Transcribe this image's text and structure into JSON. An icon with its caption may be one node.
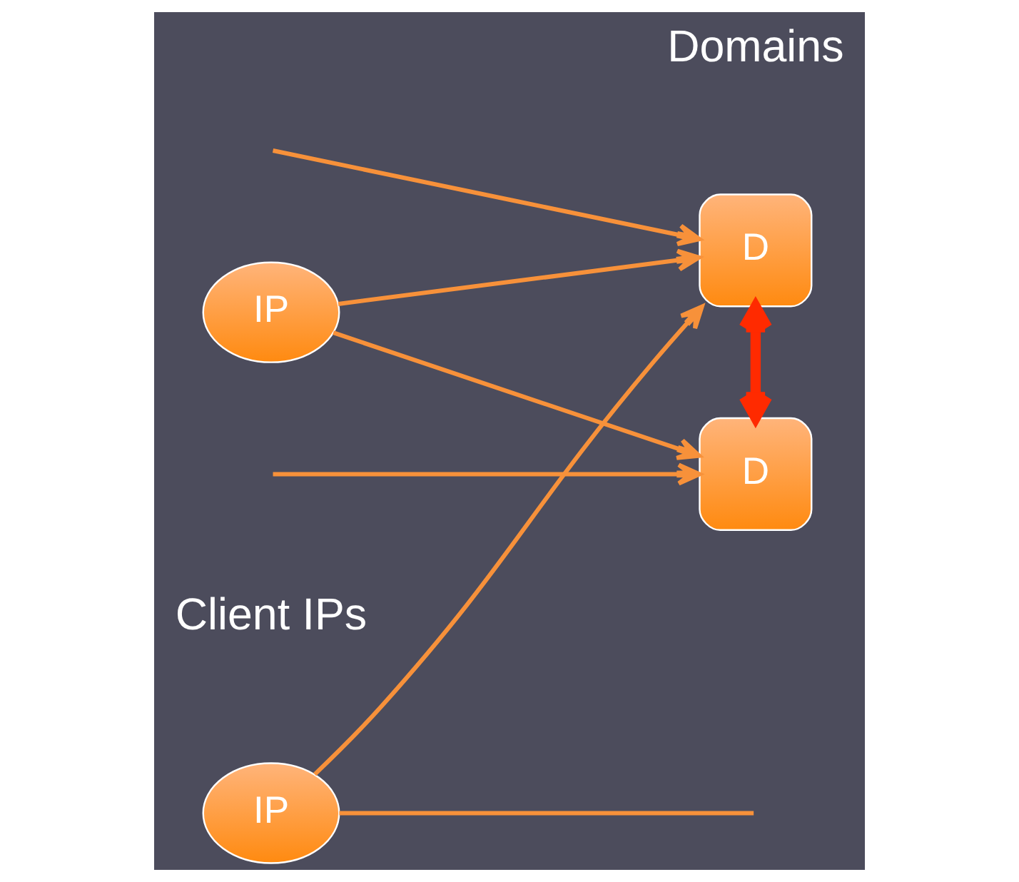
{
  "diagram": {
    "nodes": [
      {
        "text": [
          "IP"
        ]
      },
      {
        "text": [
          "IP"
        ]
      },
      {
        "text": [
          "D"
        ]
      },
      {
        "text": [
          "D"
        ]
      }
    ],
    "edges": [
      {
        "from": 0,
        "to": 2,
        "arrow": "to"
      },
      {
        "from": 0,
        "to": null,
        "arrow": "none"
      },
      {
        "from": 1,
        "to": 2,
        "arrow": "to"
      },
      {
        "from": 1,
        "to": 3,
        "arrow": "to"
      },
      {
        "from": null,
        "to": 2,
        "arrow": "to"
      },
      {
        "from": null,
        "to": 3,
        "arrow": "to"
      },
      {
        "from": 2,
        "to": 3,
        "arrow": "both",
        "style": "thick",
        "color": "#ff2a00"
      }
    ],
    "labels": [
      "Client IPs",
      "Domains"
    ]
  }
}
